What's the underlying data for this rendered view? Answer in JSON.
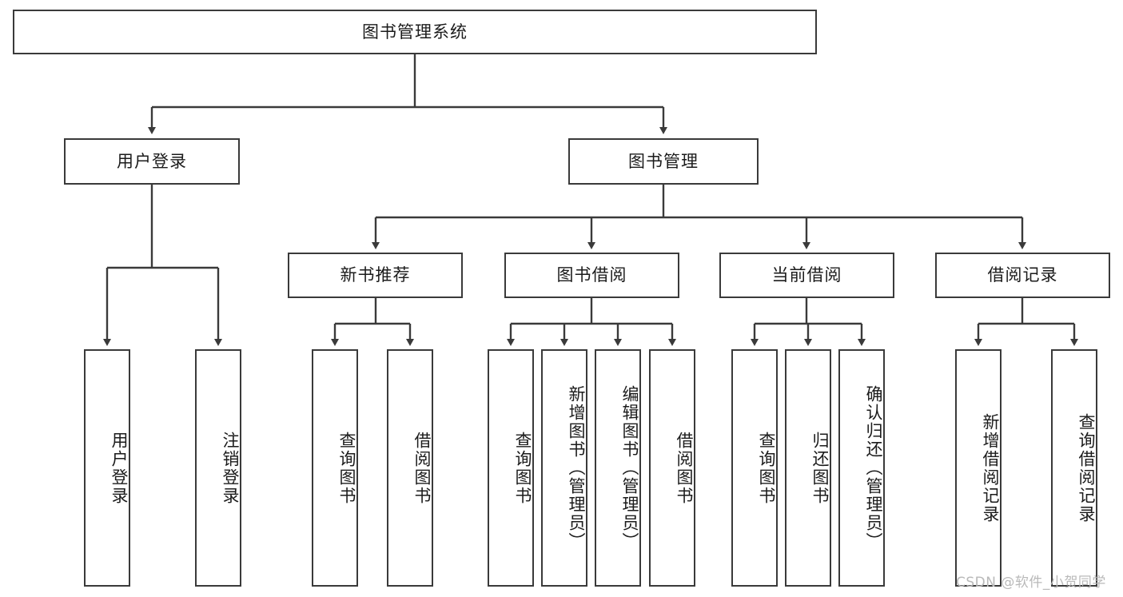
{
  "diagram": {
    "title": "图书管理系统",
    "type": "hierarchy-tree",
    "root": {
      "label": "图书管理系统"
    },
    "level2": [
      {
        "label": "用户登录"
      },
      {
        "label": "图书管理"
      }
    ],
    "level3": [
      {
        "label": "新书推荐"
      },
      {
        "label": "图书借阅"
      },
      {
        "label": "当前借阅"
      },
      {
        "label": "借阅记录"
      }
    ],
    "leaves": {
      "user_login": [
        {
          "label": "用户登录"
        },
        {
          "label": "注销登录"
        }
      ],
      "new_book_recommend": [
        {
          "label": "查询图书"
        },
        {
          "label": "借阅图书"
        }
      ],
      "book_borrow": [
        {
          "label": "查询图书"
        },
        {
          "label": "新增图书（管理员）"
        },
        {
          "label": "编辑图书（管理员）"
        },
        {
          "label": "借阅图书"
        }
      ],
      "current_borrow": [
        {
          "label": "查询图书"
        },
        {
          "label": "归还图书"
        },
        {
          "label": "确认归还（管理员）"
        }
      ],
      "borrow_record": [
        {
          "label": "新增借阅记录"
        },
        {
          "label": "查询借阅记录"
        }
      ]
    }
  },
  "watermark": {
    "text": "CSDN @软件_小贺同学"
  },
  "colors": {
    "border": "#3a3a3a",
    "text": "#1b1b1b",
    "background": "#ffffff",
    "watermark": "#b9b9b9"
  }
}
